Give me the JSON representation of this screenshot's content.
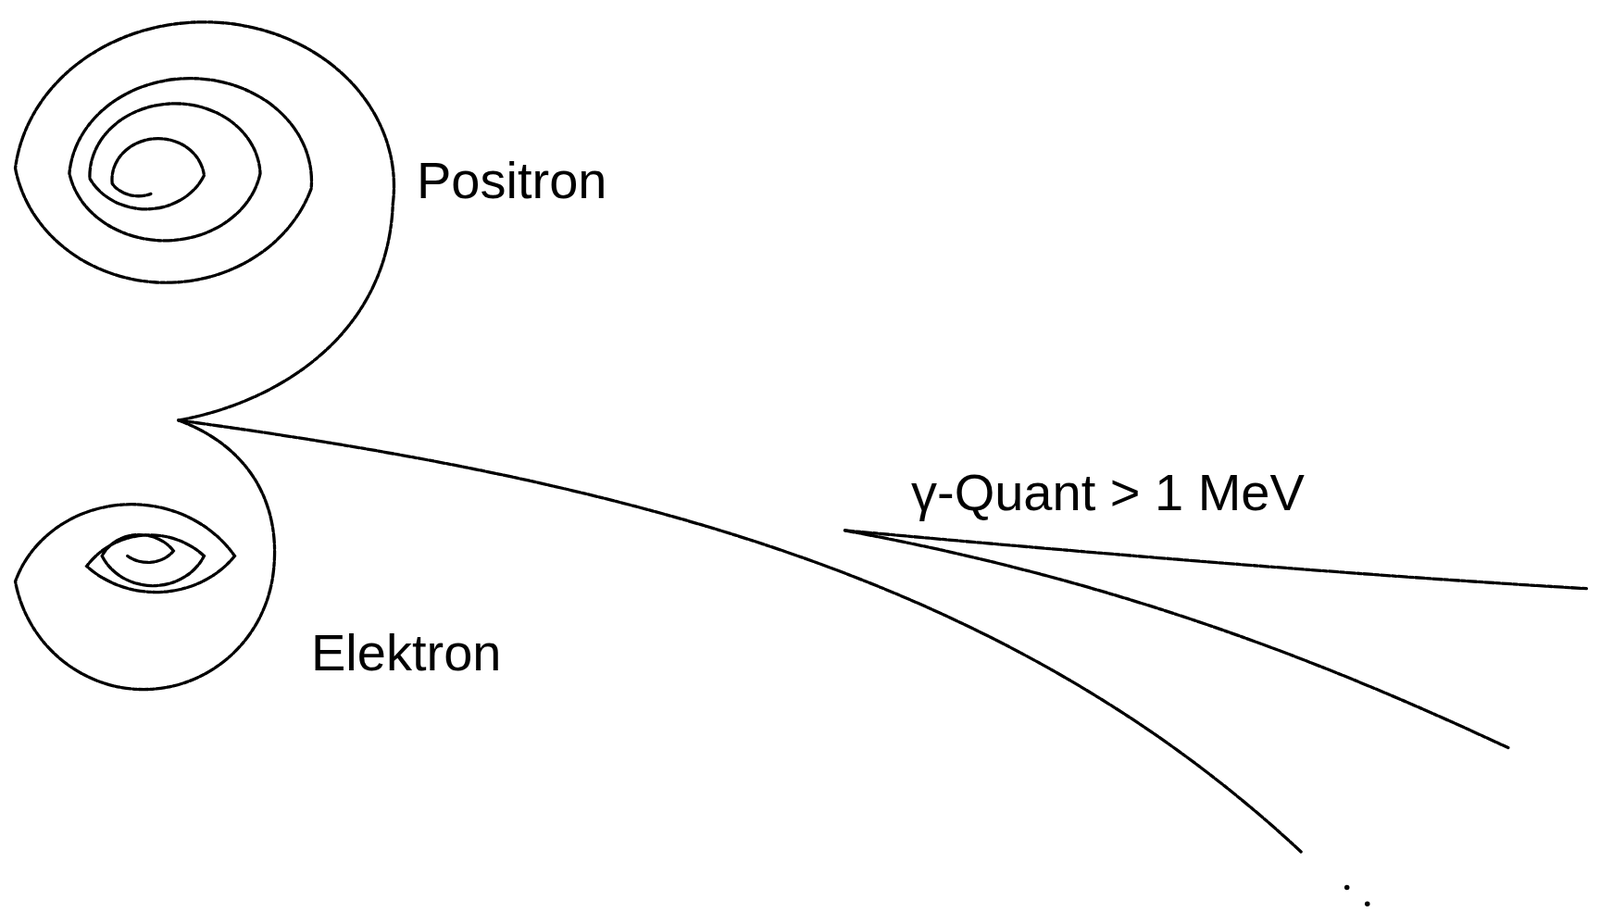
{
  "diagram": {
    "labels": [
      "Positron",
      "Elektron",
      "γ-Quant > 1 MeV"
    ]
  }
}
